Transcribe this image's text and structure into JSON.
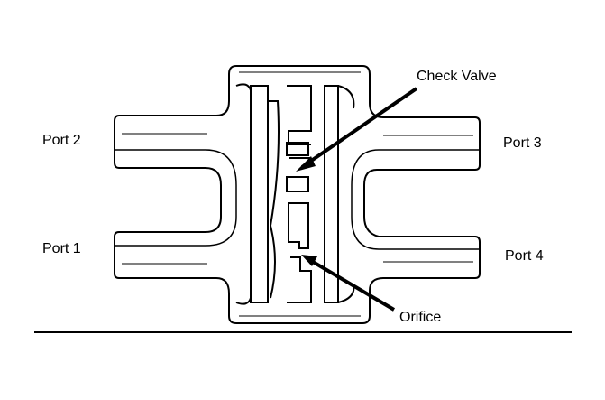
{
  "labels": {
    "port2": "Port 2",
    "port1": "Port 1",
    "port3": "Port 3",
    "port4": "Port 4",
    "check_valve": "Check Valve",
    "orifice": "Orifice"
  }
}
